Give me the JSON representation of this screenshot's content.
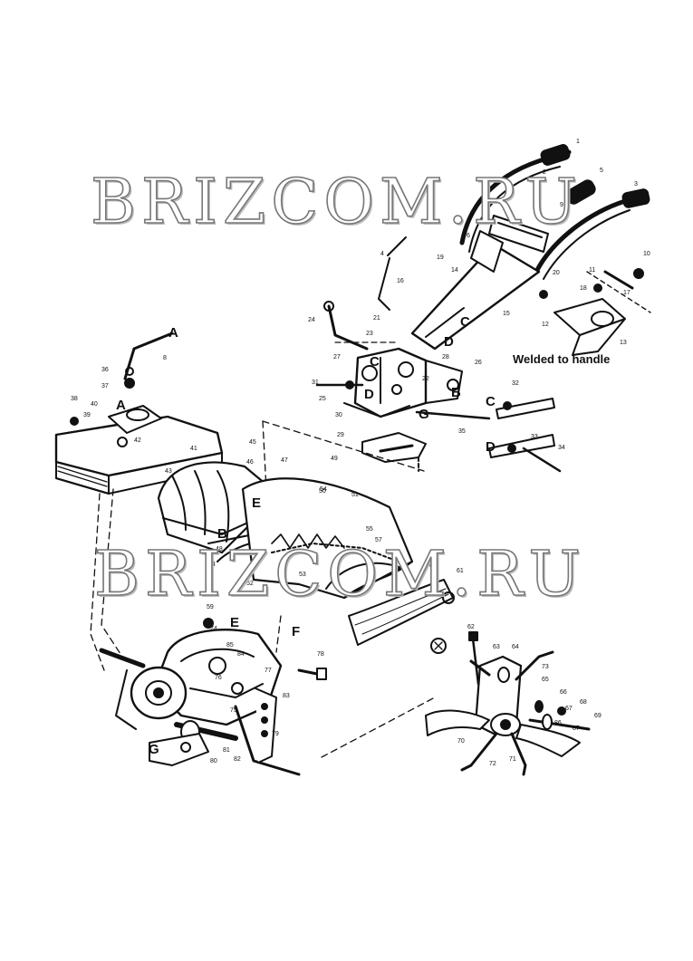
{
  "watermark": {
    "text_top": "BRIZCOM.RU",
    "text_bottom": "BRIZCOM.RU"
  },
  "annotation": {
    "welded": "Welded to handle"
  },
  "letters": [
    "A",
    "B",
    "C",
    "D",
    "E",
    "F",
    "G"
  ],
  "part_numbers": [
    "1",
    "2",
    "3",
    "4",
    "5",
    "6",
    "8",
    "9",
    "10",
    "11",
    "12",
    "13",
    "14",
    "15",
    "16",
    "17",
    "18",
    "19",
    "20",
    "21",
    "22",
    "23",
    "24",
    "25",
    "26",
    "27",
    "28",
    "29",
    "30",
    "31",
    "32",
    "33",
    "34",
    "35",
    "36",
    "37",
    "38",
    "39",
    "40",
    "41",
    "42",
    "43",
    "44",
    "45",
    "46",
    "47",
    "48",
    "49",
    "50",
    "51",
    "52",
    "53",
    "54",
    "55",
    "56",
    "57",
    "58",
    "59",
    "60",
    "61",
    "62",
    "63",
    "64",
    "65",
    "66",
    "67",
    "68",
    "69",
    "70",
    "71",
    "72",
    "73",
    "74",
    "75",
    "76",
    "77",
    "78",
    "79",
    "80",
    "81",
    "82",
    "83",
    "84",
    "85",
    "86",
    "87"
  ],
  "colors": {
    "ink": "#111111",
    "paper": "#ffffff",
    "watermark_stroke": "#777777"
  }
}
